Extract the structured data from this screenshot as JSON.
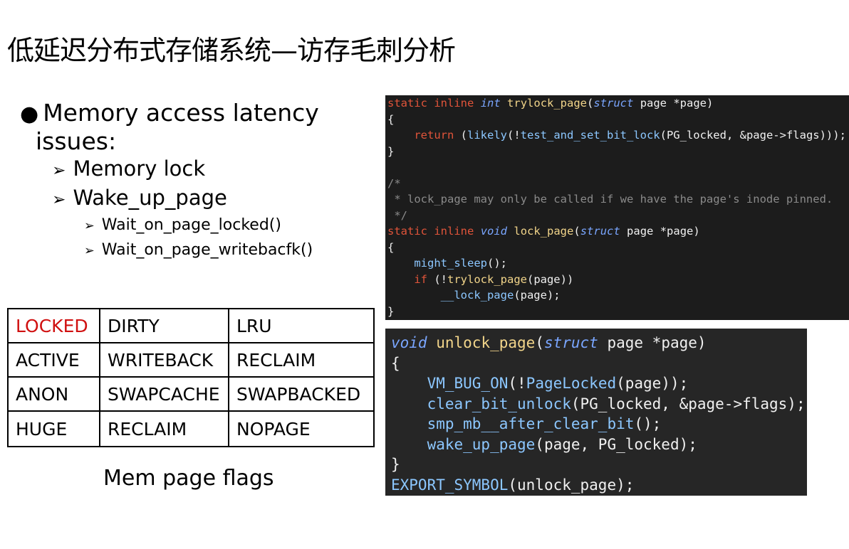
{
  "title": "低延迟分布式存储系统—访存毛刺分析",
  "bullets": {
    "level1": "Memory access latency issues:",
    "level1_line1": "Memory access latency",
    "level1_line2": "issues:",
    "level2": [
      "Memory lock",
      "Wake_up_page"
    ],
    "level3": [
      "Wait_on_page_locked()",
      "Wait_on_page_writebacfk()"
    ]
  },
  "flags_table": {
    "rows": [
      [
        "LOCKED",
        "DIRTY",
        "LRU"
      ],
      [
        "ACTIVE",
        "WRITEBACK",
        "RECLAIM"
      ],
      [
        "ANON",
        "SWAPCACHE",
        "SWAPBACKED"
      ],
      [
        "HUGE",
        "RECLAIM",
        "NOPAGE"
      ]
    ],
    "highlight_color": "#d01010"
  },
  "caption": "Mem page flags",
  "code_snippet_1": {
    "lines": [
      "static inline int trylock_page(struct page *page)",
      "{",
      "    return (likely(!test_and_set_bit_lock(PG_locked, &page->flags)));",
      "}",
      "",
      "/*",
      " * lock_page may only be called if we have the page's inode pinned.",
      " */",
      "static inline void lock_page(struct page *page)",
      "{",
      "    might_sleep();",
      "    if (!trylock_page(page))",
      "        __lock_page(page);",
      "}"
    ]
  },
  "code_snippet_2": {
    "lines": [
      "void unlock_page(struct page *page)",
      "{",
      "    VM_BUG_ON(!PageLocked(page));",
      "    clear_bit_unlock(PG_locked, &page->flags);",
      "    smp_mb__after_clear_bit();",
      "    wake_up_page(page, PG_locked);",
      "}",
      "EXPORT_SYMBOL(unlock_page);"
    ]
  },
  "colors": {
    "code_background": "#1c1c1c",
    "keyword": "#e0543a",
    "type": "#7aa6ff",
    "function": "#f2d58a",
    "comment": "#8a8a8a"
  }
}
